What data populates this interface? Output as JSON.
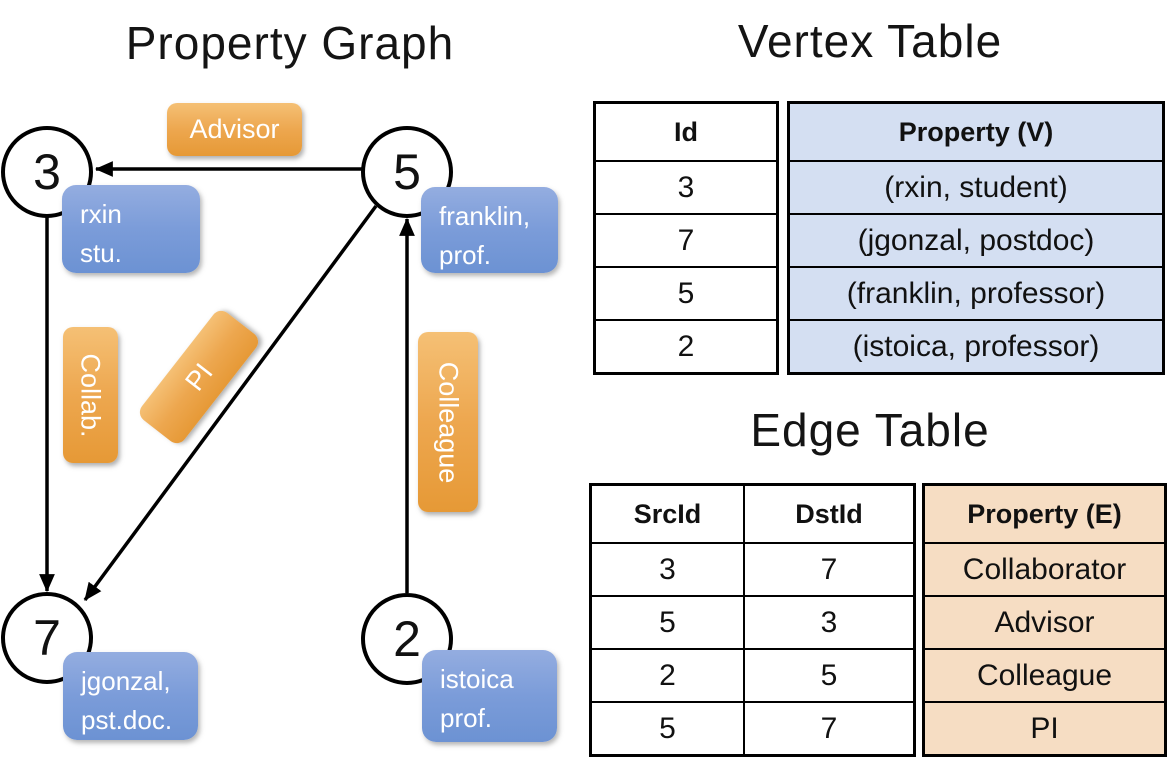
{
  "graph": {
    "title": "Property Graph",
    "nodes": [
      {
        "id": "3",
        "label_lines": [
          "rxin",
          "stu."
        ]
      },
      {
        "id": "5",
        "label_lines": [
          "franklin,",
          "prof."
        ]
      },
      {
        "id": "7",
        "label_lines": [
          "jgonzal,",
          "pst.doc."
        ]
      },
      {
        "id": "2",
        "label_lines": [
          "istoica",
          "prof."
        ]
      }
    ],
    "edge_labels": {
      "advisor": "Advisor",
      "collab": "Collab.",
      "pi": "PI",
      "colleague": "Colleague"
    }
  },
  "vertex_table": {
    "title": "Vertex Table",
    "columns": {
      "id": "Id",
      "property": "Property (V)"
    },
    "rows": [
      {
        "id": "3",
        "property": "(rxin, student)"
      },
      {
        "id": "7",
        "property": "(jgonzal, postdoc)"
      },
      {
        "id": "5",
        "property": "(franklin, professor)"
      },
      {
        "id": "2",
        "property": "(istoica, professor)"
      }
    ]
  },
  "edge_table": {
    "title": "Edge Table",
    "columns": {
      "src": "SrcId",
      "dst": "DstId",
      "property": "Property (E)"
    },
    "rows": [
      {
        "src": "3",
        "dst": "7",
        "property": "Collaborator"
      },
      {
        "src": "5",
        "dst": "3",
        "property": "Advisor"
      },
      {
        "src": "2",
        "dst": "5",
        "property": "Colleague"
      },
      {
        "src": "5",
        "dst": "7",
        "property": "PI"
      }
    ]
  },
  "colors": {
    "edge_label_orange": "#eda74f",
    "vertex_label_blue": "#7b9cd9",
    "vertex_table_fill": "#d4dff2",
    "edge_table_fill": "#f6ddc3",
    "line_black": "#000000"
  }
}
